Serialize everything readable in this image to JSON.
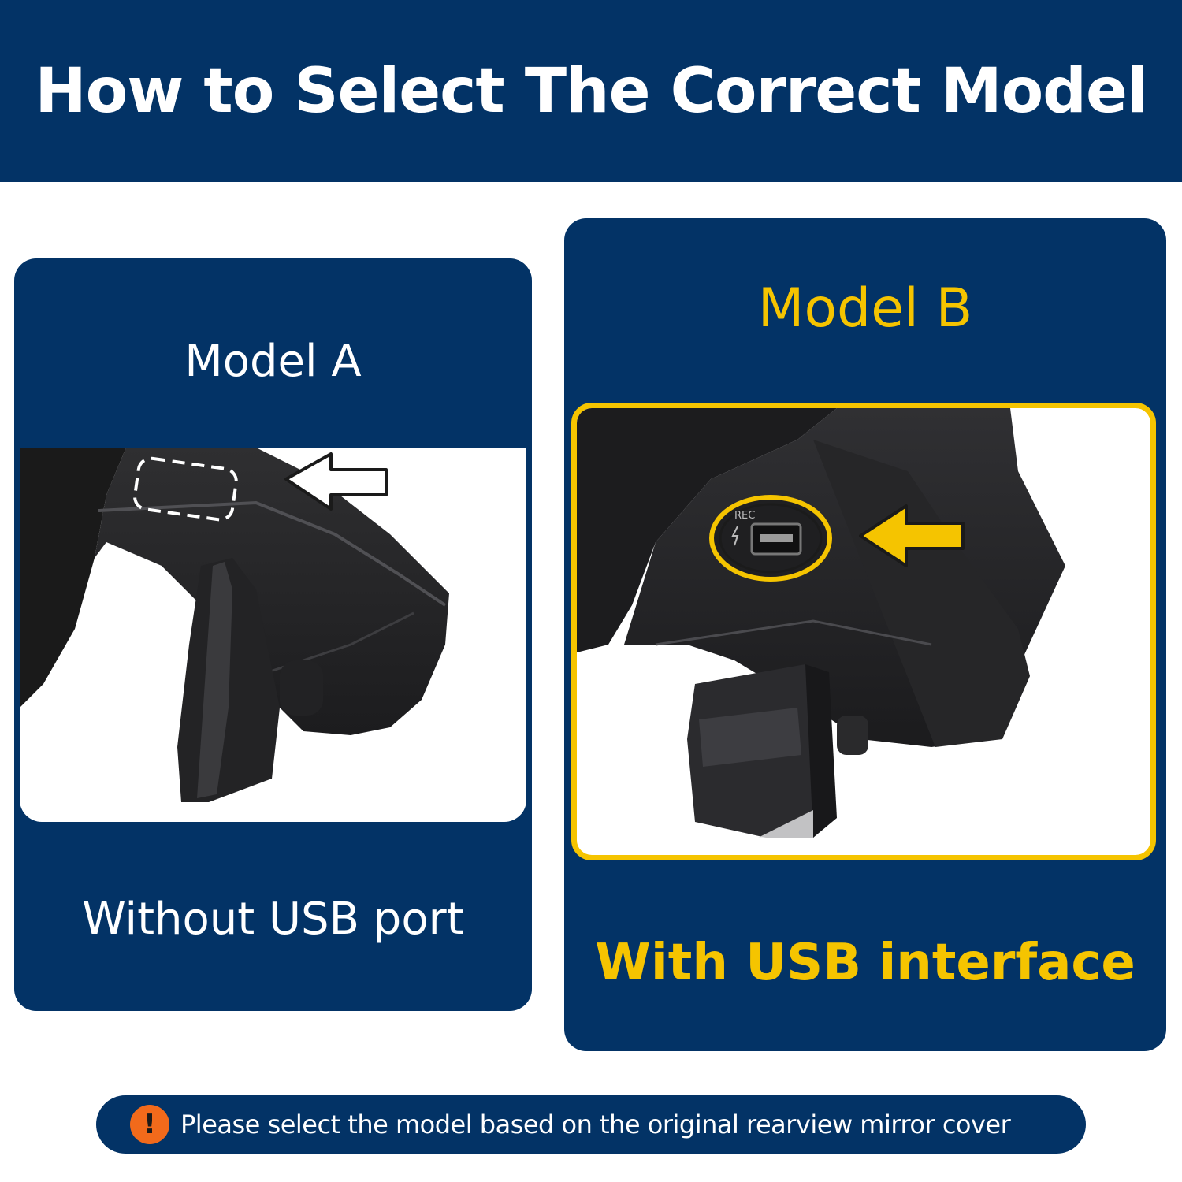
{
  "header": {
    "title": "How to Select The Correct Model"
  },
  "model_a": {
    "title": "Model A",
    "caption": "Without USB port",
    "icons": [
      "dashed-outline-marker",
      "outline-arrow-left-icon"
    ]
  },
  "model_b": {
    "title": "Model B",
    "caption": "With USB interface",
    "port_label": "REC",
    "icons": [
      "usb-port-highlight",
      "yellow-arrow-left-icon"
    ]
  },
  "note": {
    "icon": "exclamation-icon",
    "text": "Please select the model based on the original rearview mirror cover"
  },
  "colors": {
    "navy": "#033366",
    "yellow": "#f5c400",
    "orange": "#f26a1b",
    "white": "#ffffff"
  }
}
